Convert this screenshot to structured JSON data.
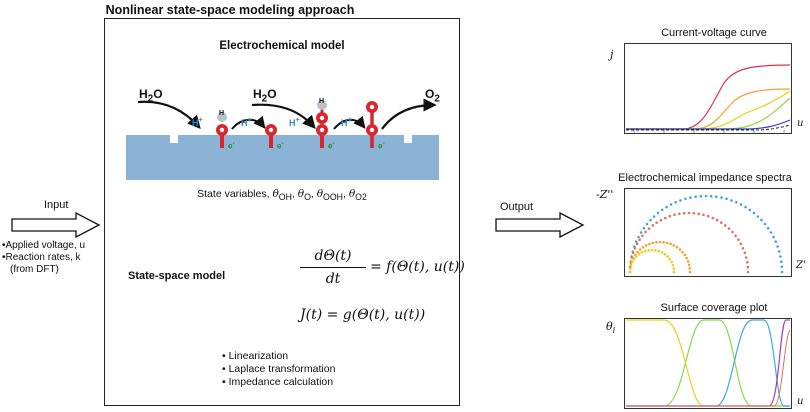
{
  "title": "Nonlinear state-space modeling approach",
  "electrochemical_model": {
    "title": "Electrochemical model",
    "molecule_left": "H",
    "molecule_left_sub": "2",
    "molecule_left_end": "O",
    "molecule_mid": "H",
    "molecule_mid_sub": "2",
    "molecule_mid_end": "O",
    "product": "O",
    "product_sub": "2",
    "proton": "H",
    "proton_sup": "+",
    "electron": "e",
    "electron_sup": "-",
    "atom_h": "H",
    "state_vars_prefix": "State variables, ",
    "state_vars": [
      {
        "sym": "θ",
        "sub": "OH"
      },
      {
        "sym": "θ",
        "sub": "O"
      },
      {
        "sym": "θ",
        "sub": "OOH"
      },
      {
        "sym": "θ",
        "sub": "O2"
      }
    ]
  },
  "input": {
    "label": "Input",
    "items": [
      "Applied voltage, u",
      "Reaction rates, k (from DFT)"
    ]
  },
  "output": {
    "label": "Output"
  },
  "state_space_model": {
    "label": "State-space model",
    "eq1_num": "dΘ(t)",
    "eq1_den": "dt",
    "eq1_rhs": "= f(Θ(t), u(t))",
    "eq2": "J(t) = g(Θ(t), u(t))"
  },
  "steps": [
    "Linearization",
    "Laplace transformation",
    "Impedance calculation"
  ],
  "plots": {
    "iv": {
      "title": "Current-voltage curve",
      "ylabel": "j",
      "xlabel": "u"
    },
    "eis": {
      "title": "Electrochemical impedance spectra",
      "ylabel": "-Z''",
      "xlabel": "Z'"
    },
    "coverage": {
      "title": "Surface coverage plot",
      "ylabel": "θ",
      "ylabel_sub": "i",
      "xlabel": "u"
    }
  },
  "colors": {
    "surface": "#8ab3d6",
    "atom": "#d9262c",
    "proton": "#2a8ad6",
    "electron": "#2f8a3a",
    "red": "#e03048",
    "orange": "#f0a030",
    "yellow": "#e8d020",
    "green": "#8ed84a",
    "blue": "#3040b0",
    "cyan": "#40a8d8",
    "purple": "#a040c0",
    "salmon": "#e07060"
  }
}
